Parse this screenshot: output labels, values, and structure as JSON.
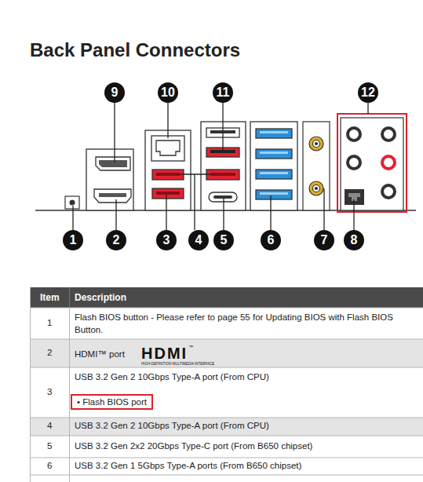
{
  "diagram": {
    "title": "Back Panel Connectors",
    "nodes": [
      {
        "text": [
          "9"
        ]
      },
      {
        "text": [
          "10"
        ]
      },
      {
        "text": [
          "11"
        ]
      },
      {
        "text": [
          "12"
        ]
      },
      {
        "text": [
          "1"
        ]
      },
      {
        "text": [
          "2"
        ]
      },
      {
        "text": [
          "3"
        ]
      },
      {
        "text": [
          "4"
        ]
      },
      {
        "text": [
          "5"
        ]
      },
      {
        "text": [
          "6"
        ]
      },
      {
        "text": [
          "7"
        ]
      },
      {
        "text": [
          "8"
        ]
      },
      {
        "text": [
          "• Flash BIOS port"
        ]
      }
    ],
    "labels": [
      "Item",
      "Description",
      "1",
      "Flash BIOS button - Please refer to page 55 for Updating BIOS with Flash BIOS Button.",
      "2",
      "HDMI™ port",
      "HDMI",
      "™",
      "HIGH-DEFINITION MULTIMEDIA INTERFACE",
      "3",
      "USB 3.2 Gen 2 10Gbps Type-A port (From CPU)",
      "4",
      "USB 3.2 Gen 2 10Gbps Type-A port (From CPU)",
      "5",
      "USB 3.2 Gen 2x2 20Gbps Type-C port (From B650 chipset)",
      "6",
      "USB 3.2 Gen 1 5Gbps Type-A ports (From B650 chipset)"
    ]
  }
}
